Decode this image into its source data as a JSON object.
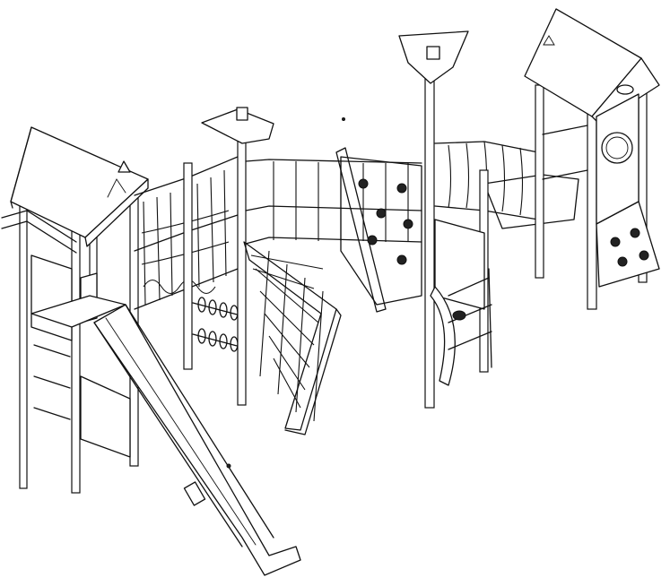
{
  "colors": {
    "line": "#111111",
    "background": "#ffffff"
  },
  "components": [
    {
      "id": "tower-left-roof"
    },
    {
      "id": "tower-right-roof"
    },
    {
      "id": "flag-sign-left"
    },
    {
      "id": "flag-sign-center"
    },
    {
      "id": "slide"
    },
    {
      "id": "rope-net-bridge"
    },
    {
      "id": "climbing-net"
    },
    {
      "id": "climbing-wall"
    },
    {
      "id": "ladder"
    },
    {
      "id": "porthole"
    }
  ]
}
